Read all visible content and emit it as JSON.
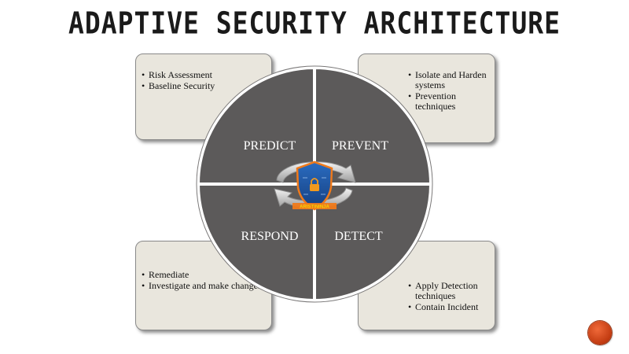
{
  "title": "ADAPTIVE SECURITY ARCHITECTURE",
  "quadrants": {
    "predict": {
      "label": "PREDICT",
      "bullets": [
        "Risk Assessment",
        "Baseline Security"
      ]
    },
    "prevent": {
      "label": "PREVENT",
      "bullets": [
        "Isolate and Harden systems",
        "Prevention techniques"
      ]
    },
    "respond": {
      "label": "RESPOND",
      "bullets": [
        "Remediate",
        "Investigate and make changes"
      ]
    },
    "detect": {
      "label": "DETECT",
      "bullets": [
        "Apply Detection techniques",
        "Contain Incident"
      ]
    }
  },
  "logo": {
    "text": "ARISTININJA",
    "icon": "shield-lock-icon"
  },
  "colors": {
    "quadrant": "#5c5a5a",
    "box": "#e9e6dd",
    "shield_blue": "#1f5aa8",
    "shield_orange": "#f07a1a",
    "nav_button": "#d24a1c"
  },
  "nav": {
    "icon": "slide-nav-circle-icon"
  }
}
